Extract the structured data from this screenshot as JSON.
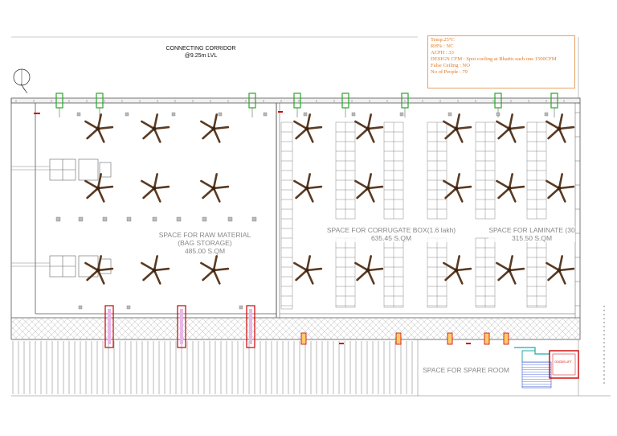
{
  "corridor": {
    "line1": "CONNECTING CORRIDOR",
    "line2": "@9.25m LVL"
  },
  "notes": [
    {
      "k": "",
      "v": "Temp.25&#xb0;C"
    },
    {
      "k": "RH%",
      "v": ": NC"
    },
    {
      "k": "ACPH",
      "v": ": 33"
    },
    {
      "k": "DESIGN CFM",
      "v": ": Spot cooling at Bhattis each one 1500CFM"
    },
    {
      "k": "False Ceiling",
      "v": ": NO"
    },
    {
      "k": "No of People",
      "v": ": 79"
    }
  ],
  "rooms": {
    "raw": {
      "line1": "SPACE FOR RAW MATERIAL",
      "line2": "(BAG STORAGE)",
      "area": "485.00 S.QM"
    },
    "corrugate": {
      "line1": "SPACE FOR CORRUGATE BOX(1.6 lakh)",
      "area": "635.45 S.QM"
    },
    "laminate": {
      "line1": "SPACE FOR LAMINATE (30",
      "area": "315.50 S.QM"
    },
    "spare": {
      "line1": "SPACE FOR SPARE ROOM"
    }
  },
  "lift": {
    "label": "GOODS LIFT"
  },
  "colors": {
    "fan": "#5a3a22",
    "wall": "#555555",
    "note": "#e07a20",
    "lift": "#cc0000",
    "fixture": "#22aa22"
  }
}
